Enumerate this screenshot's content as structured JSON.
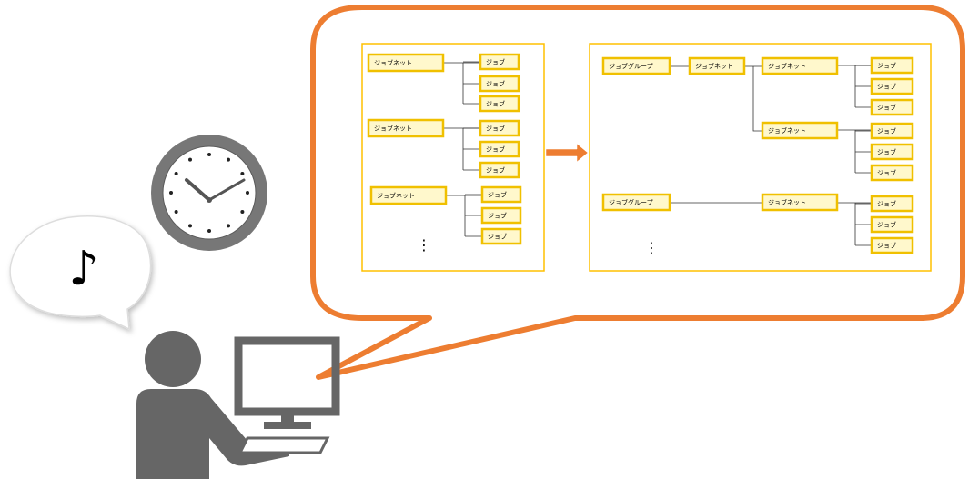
{
  "colors": {
    "bubble_border": "#ED7D31",
    "panel_border": "#FFC000",
    "node_fill": "#FFF8CC",
    "node_border": "#F0C000",
    "arrow": "#ED7D31",
    "figure": "#666666",
    "clock_rim": "#777777"
  },
  "icons": {
    "person": "person-at-computer-icon",
    "clock": "clock-icon",
    "speech": "music-note-speech-bubble-icon"
  },
  "note_symbol": "♪",
  "ellipsis": "⋮",
  "before_panel": {
    "jobnets": [
      {
        "label": "ジョブネット",
        "jobs": [
          "ジョブ",
          "ジョブ",
          "ジョブ"
        ]
      },
      {
        "label": "ジョブネット",
        "jobs": [
          "ジョブ",
          "ジョブ",
          "ジョブ"
        ]
      },
      {
        "label": "ジョブネット",
        "jobs": [
          "ジョブ",
          "ジョブ",
          "ジョブ"
        ]
      }
    ]
  },
  "after_panel": {
    "groups": [
      {
        "label": "ジョブグループ",
        "jobnet_label": "ジョブネット",
        "children": [
          {
            "label": "ジョブネット",
            "jobs": [
              "ジョブ",
              "ジョブ",
              "ジョブ"
            ]
          },
          {
            "label": "ジョブネット",
            "jobs": [
              "ジョブ",
              "ジョブ",
              "ジョブ"
            ]
          }
        ]
      },
      {
        "label": "ジョブグループ",
        "children": [
          {
            "label": "ジョブネット",
            "jobs": [
              "ジョブ",
              "ジョブ",
              "ジョブ"
            ]
          }
        ]
      }
    ]
  }
}
